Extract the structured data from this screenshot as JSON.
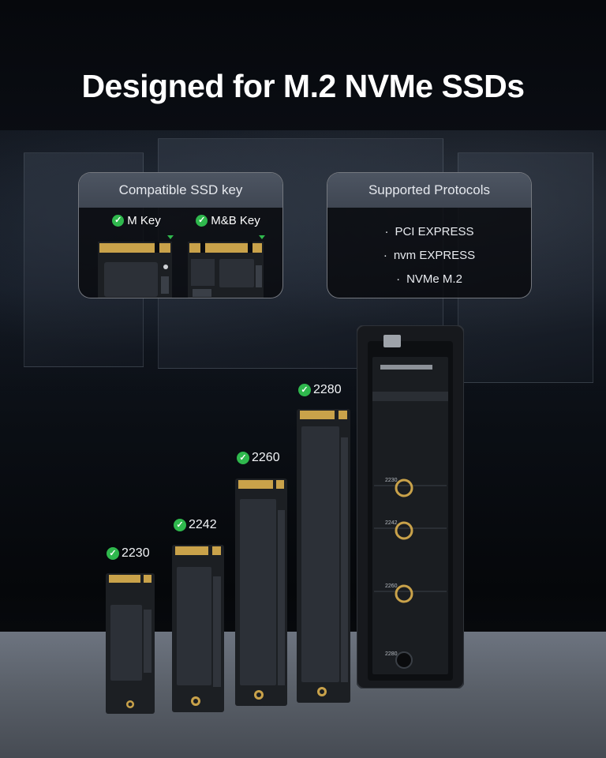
{
  "headline": "Designed for M.2 NVMe SSDs",
  "compatible_panel": {
    "title": "Compatible SSD key",
    "keys": [
      {
        "label": "M Key"
      },
      {
        "label": "M&B Key"
      }
    ]
  },
  "protocols_panel": {
    "title": "Supported Protocols",
    "bullet": "·",
    "items": [
      "PCI EXPRESS",
      "nvm EXPRESS",
      "NVMe M.2"
    ]
  },
  "ssd_sizes": [
    "2230",
    "2242",
    "2260",
    "2280"
  ],
  "enclosure_marks": [
    "2230",
    "2242",
    "2260",
    "2280"
  ],
  "colors": {
    "check_green": "#2fb84d",
    "panel_header": "#4d5562",
    "pcb": "#1c1f23",
    "chip": "#2c3037",
    "gold": "#c9a24a"
  },
  "icons": {
    "check": "✓"
  }
}
